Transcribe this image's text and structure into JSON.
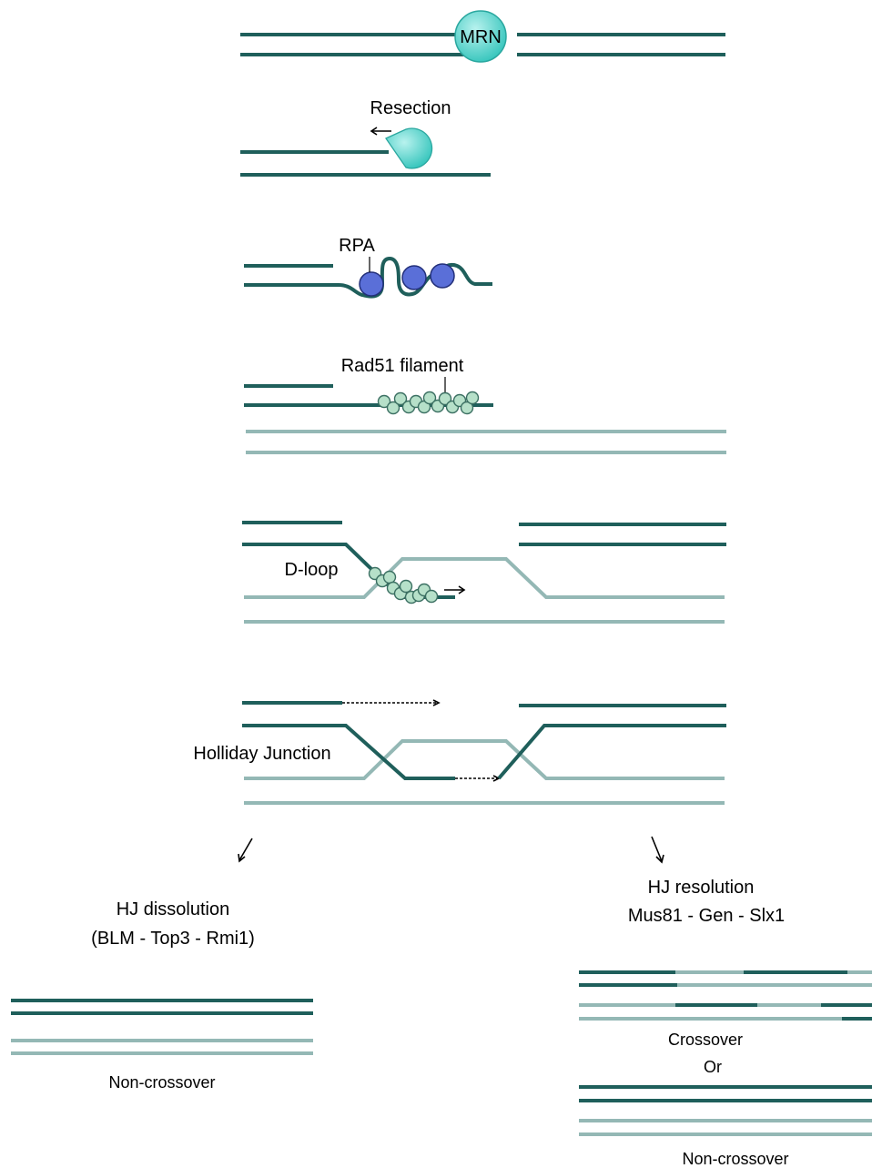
{
  "labels": {
    "mrn": "MRN",
    "resection": "Resection",
    "rpa": "RPA",
    "rad51": "Rad51 filament",
    "dloop": "D-loop",
    "holliday": "Holliday Junction",
    "dissolution_title": "HJ dissolution",
    "dissolution_proteins": "(BLM - Top3 - Rmi1)",
    "resolution_title": "HJ resolution",
    "resolution_proteins": "Mus81 - Gen - Slx1",
    "left_outcome": "Non-crossover",
    "crossover": "Crossover",
    "or": "Or",
    "right_outcome": "Non-crossover"
  },
  "colors": {
    "dark_strand": "#1f5f5b",
    "light_strand": "#94b8b5",
    "mrn": "#5fd6cf",
    "rpa": "#5a6fd8",
    "rad51": "#b6e0c9"
  }
}
